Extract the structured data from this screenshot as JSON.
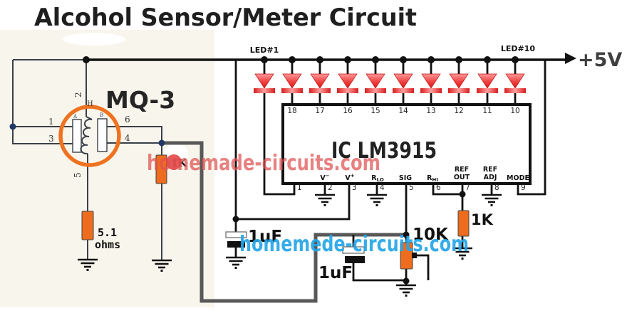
{
  "title": "Alcohol Sensor/Meter Circuit",
  "supply_label": "+5V",
  "watermarks": {
    "red": "homemade-circuits.com",
    "blue": "homemede-circuits.com"
  },
  "sensor": {
    "name": "MQ-3",
    "pin_1": "1",
    "pin_2": "2",
    "pin_3": "3",
    "pin_4": "4",
    "pin_5": "5",
    "pin_6": "6",
    "heater": "H",
    "electrode_a": "A",
    "electrode_b": "B"
  },
  "leds": {
    "first_label": "LED#1",
    "last_label": "LED#10"
  },
  "ic": {
    "name": "IC LM3915",
    "top_pins": [
      "18",
      "17",
      "16",
      "15",
      "14",
      "13",
      "12",
      "11",
      "10"
    ],
    "bottom_pins": [
      "1",
      "2",
      "3",
      "4",
      "5",
      "6",
      "7",
      "8",
      "9"
    ],
    "labels": {
      "v_minus_main": "V",
      "v_minus_sign": "−",
      "v_plus_main": "V",
      "v_plus_sign": "+",
      "r_lo_main": "R",
      "r_lo_sub": "LO",
      "sig": "SIG",
      "r_hi_main": "R",
      "r_hi_sub": "HI",
      "ref_out_1": "REF",
      "ref_out_2": "OUT",
      "ref_adj_1": "REF",
      "ref_adj_2": "ADJ",
      "mode": "MODE"
    }
  },
  "components": {
    "load_resistor": "1K",
    "heater_resistor_value": "5.1",
    "heater_resistor_unit": "ohms",
    "preset": "10K",
    "ref_resistor": "1K",
    "cap1": "1uF",
    "cap2": "1uF"
  },
  "colors": {
    "resistor_orange": "#ed6c1d",
    "sensor_ring_orange": "#ee7220",
    "led_red": "#e31e1e",
    "watermark_red": "#e05252",
    "watermark_blue": "#25a5e8"
  }
}
